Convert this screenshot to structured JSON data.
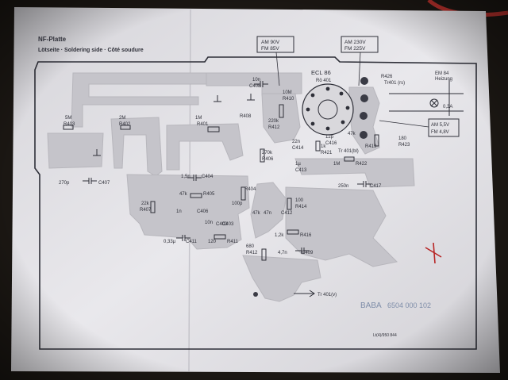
{
  "header": {
    "title": "NF-Platte",
    "subtitle": "Lötseite · Soldering side · Côté soudure"
  },
  "boxes": {
    "am_fm_1_am": "AM 90V",
    "am_fm_1_fm": "FM 85V",
    "am_fm_2_am": "AM 230V",
    "am_fm_2_fm": "FM 225V",
    "am_fm_3_am": "AM 5,5V",
    "am_fm_3_fm": "FM 4,8V"
  },
  "tube": {
    "name": "ECL 86",
    "ref": "Rö 401"
  },
  "labels": [
    {
      "id": "sm",
      "text": "5M"
    },
    {
      "id": "r403",
      "text": "R403"
    },
    {
      "id": "m2",
      "text": "2M"
    },
    {
      "id": "r402",
      "text": "R402"
    },
    {
      "id": "m1",
      "text": "1M"
    },
    {
      "id": "r401",
      "text": "R401"
    },
    {
      "id": "r408",
      "text": "R408"
    },
    {
      "id": "c408",
      "text": "C408"
    },
    {
      "id": "n10",
      "text": "10n"
    },
    {
      "id": "m10",
      "text": "10M"
    },
    {
      "id": "r410",
      "text": "R410"
    },
    {
      "id": "k220",
      "text": "220k"
    },
    {
      "id": "r412",
      "text": "R412"
    },
    {
      "id": "n22",
      "text": "22n"
    },
    {
      "id": "c414",
      "text": "C414"
    },
    {
      "id": "k270",
      "text": "270k"
    },
    {
      "id": "r406",
      "text": "R406"
    },
    {
      "id": "u1",
      "text": "1µ"
    },
    {
      "id": "c413",
      "text": "C413"
    },
    {
      "id": "k1",
      "text": "1k"
    },
    {
      "id": "r421",
      "text": "R421"
    },
    {
      "id": "p12",
      "text": "12p"
    },
    {
      "id": "c416",
      "text": "C416"
    },
    {
      "id": "tr401bl",
      "text": "Tr 401(bl)"
    },
    {
      "id": "m1b",
      "text": "1M"
    },
    {
      "id": "r422",
      "text": "R422"
    },
    {
      "id": "k47",
      "text": "47k"
    },
    {
      "id": "r419",
      "text": "R419"
    },
    {
      "id": "r423",
      "text": "R423"
    },
    {
      "id": "n180",
      "text": "180"
    },
    {
      "id": "r426",
      "text": "R426"
    },
    {
      "id": "tr401rs",
      "text": "Tr401 (rs)"
    },
    {
      "id": "em84",
      "text": "EM 84"
    },
    {
      "id": "heizung",
      "text": "Heizung"
    },
    {
      "id": "fuse",
      "text": "0,3A"
    },
    {
      "id": "n250",
      "text": "250n"
    },
    {
      "id": "c417",
      "text": "C417"
    },
    {
      "id": "p270",
      "text": "270p"
    },
    {
      "id": "c407",
      "text": "C407"
    },
    {
      "id": "n15",
      "text": "1,5n"
    },
    {
      "id": "c404",
      "text": "C404"
    },
    {
      "id": "k47b",
      "text": "47k"
    },
    {
      "id": "r405",
      "text": "R405"
    },
    {
      "id": "k22",
      "text": "22k"
    },
    {
      "id": "r407",
      "text": "R407"
    },
    {
      "id": "n1",
      "text": "1n"
    },
    {
      "id": "c406",
      "text": "C406"
    },
    {
      "id": "p100",
      "text": "100p"
    },
    {
      "id": "c403",
      "text": "C403"
    },
    {
      "id": "r404",
      "text": "R404"
    },
    {
      "id": "k47c",
      "text": "47k"
    },
    {
      "id": "n47",
      "text": "47n"
    },
    {
      "id": "c412",
      "text": "C412"
    },
    {
      "id": "n100",
      "text": "100"
    },
    {
      "id": "r414",
      "text": "R414"
    },
    {
      "id": "n10b",
      "text": "10n"
    },
    {
      "id": "c403b",
      "text": "C403"
    },
    {
      "id": "u033",
      "text": "0,33µ"
    },
    {
      "id": "c411",
      "text": "C411"
    },
    {
      "id": "n120",
      "text": "120"
    },
    {
      "id": "r411",
      "text": "R411"
    },
    {
      "id": "k12",
      "text": "1,2k"
    },
    {
      "id": "r416",
      "text": "R416"
    },
    {
      "id": "n680",
      "text": "680"
    },
    {
      "id": "r412b",
      "text": "R412"
    },
    {
      "id": "n47b",
      "text": "4,7n"
    },
    {
      "id": "c409",
      "text": "C409"
    },
    {
      "id": "tr401v",
      "text": "Tr 401(v)"
    }
  ],
  "footer": {
    "brand": "BABA",
    "part": "6504 000 102",
    "code": "Lt(4)/950 844"
  },
  "colors": {
    "paper": "#e7e6ea",
    "ink": "#2e2f38",
    "trace": "#c7c6cc",
    "pen_red": "#b82525"
  }
}
